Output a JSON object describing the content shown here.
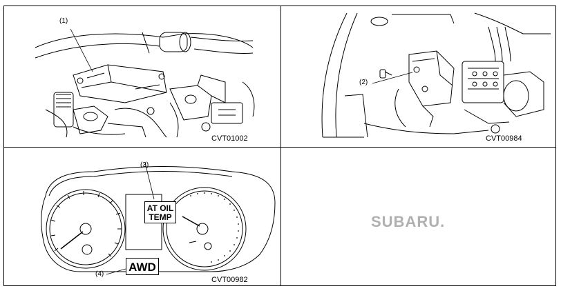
{
  "panels": {
    "top_left": {
      "callout": "(1)",
      "code": "CVT01002"
    },
    "top_right": {
      "callout": "(2)",
      "code": "CVT00984"
    },
    "bottom_left": {
      "callout_top": "(3)",
      "callout_bottom": "(4)",
      "warning_oil_line1": "AT OIL",
      "warning_oil_line2": "TEMP",
      "warning_awd": "AWD",
      "code": "CVT00982"
    },
    "bottom_right": {
      "logo": "SUBARU."
    }
  }
}
